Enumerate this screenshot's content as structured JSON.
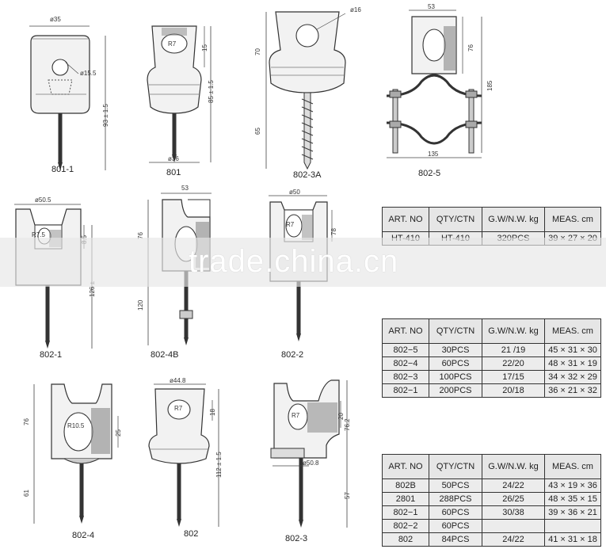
{
  "figures": {
    "f801_1": {
      "caption": "801-1",
      "d_top": "ø35",
      "d_hole": "ø15.5",
      "h": "93 ± 1.5"
    },
    "f801": {
      "caption": "801",
      "d_bottom": "ø36",
      "h_top": "15",
      "h": "85 ± 1.5",
      "r": "R7"
    },
    "f802_3a": {
      "caption": "802-3A",
      "d_hole": "ø16",
      "h_top": "70",
      "h_bottom": "65"
    },
    "f802_5": {
      "caption": "802-5",
      "w_top": "53",
      "h_top": "76",
      "h": "185",
      "w_bottom": "135"
    },
    "f802_1": {
      "caption": "802-1",
      "d_top": "ø50.5",
      "h_slot": "8.5",
      "h": "126 ±",
      "r": "R7.5"
    },
    "f802_4b": {
      "caption": "802-4B",
      "w_top": "53",
      "h_top": "76",
      "h_bottom": "120"
    },
    "f802_2": {
      "caption": "802-2",
      "d_top": "ø50",
      "h_slot": "78",
      "r": "R7"
    },
    "f802_4": {
      "caption": "802-4",
      "h_top": "76",
      "h_slot": "25",
      "h_bottom": "61",
      "r": "R10.5"
    },
    "f802": {
      "caption": "802",
      "d_top": "ø44.8",
      "h_slot": "18",
      "h": "112 ± 1.5",
      "r": "R7"
    },
    "f802_3": {
      "caption": "802-3",
      "h_slot": "20",
      "h_top": "76.2",
      "d_bottom": "ø50.8",
      "h_bottom": "57",
      "r": "R7"
    }
  },
  "table1": {
    "headers": [
      "ART. NO",
      "QTY/CTN",
      "G.W/N.W. kg",
      "MEAS. cm"
    ],
    "rows": [
      [
        "HT-410",
        "HT-410",
        "320PCS",
        "39 × 27 × 20"
      ]
    ]
  },
  "table2": {
    "headers": [
      "ART. NO",
      "QTY/CTN",
      "G.W/N.W. kg",
      "MEAS. cm"
    ],
    "rows": [
      [
        "802−5",
        "30PCS",
        "21 /19",
        "45 × 31 × 30"
      ],
      [
        "802−4",
        "60PCS",
        "22/20",
        "48 × 31 × 19"
      ],
      [
        "802−3",
        "100PCS",
        "17/15",
        "34 × 32 × 29"
      ],
      [
        "802−1",
        "200PCS",
        "20/18",
        "36 × 21 × 32"
      ]
    ]
  },
  "table3": {
    "headers": [
      "ART. NO",
      "QTY/CTN",
      "G.W/N.W. kg",
      "MEAS. cm"
    ],
    "rows": [
      [
        "802B",
        "50PCS",
        "24/22",
        "43 × 19 × 36"
      ],
      [
        "2801",
        "288PCS",
        "26/25",
        "48 × 35 × 15"
      ],
      [
        "802−1",
        "60PCS",
        "30/38",
        "39 × 36 × 21"
      ],
      [
        "802−2",
        "60PCS",
        "",
        ""
      ],
      [
        "802",
        "84PCS",
        "24/22",
        "41 × 31 × 18"
      ]
    ]
  },
  "watermark": "trade.china.cn"
}
